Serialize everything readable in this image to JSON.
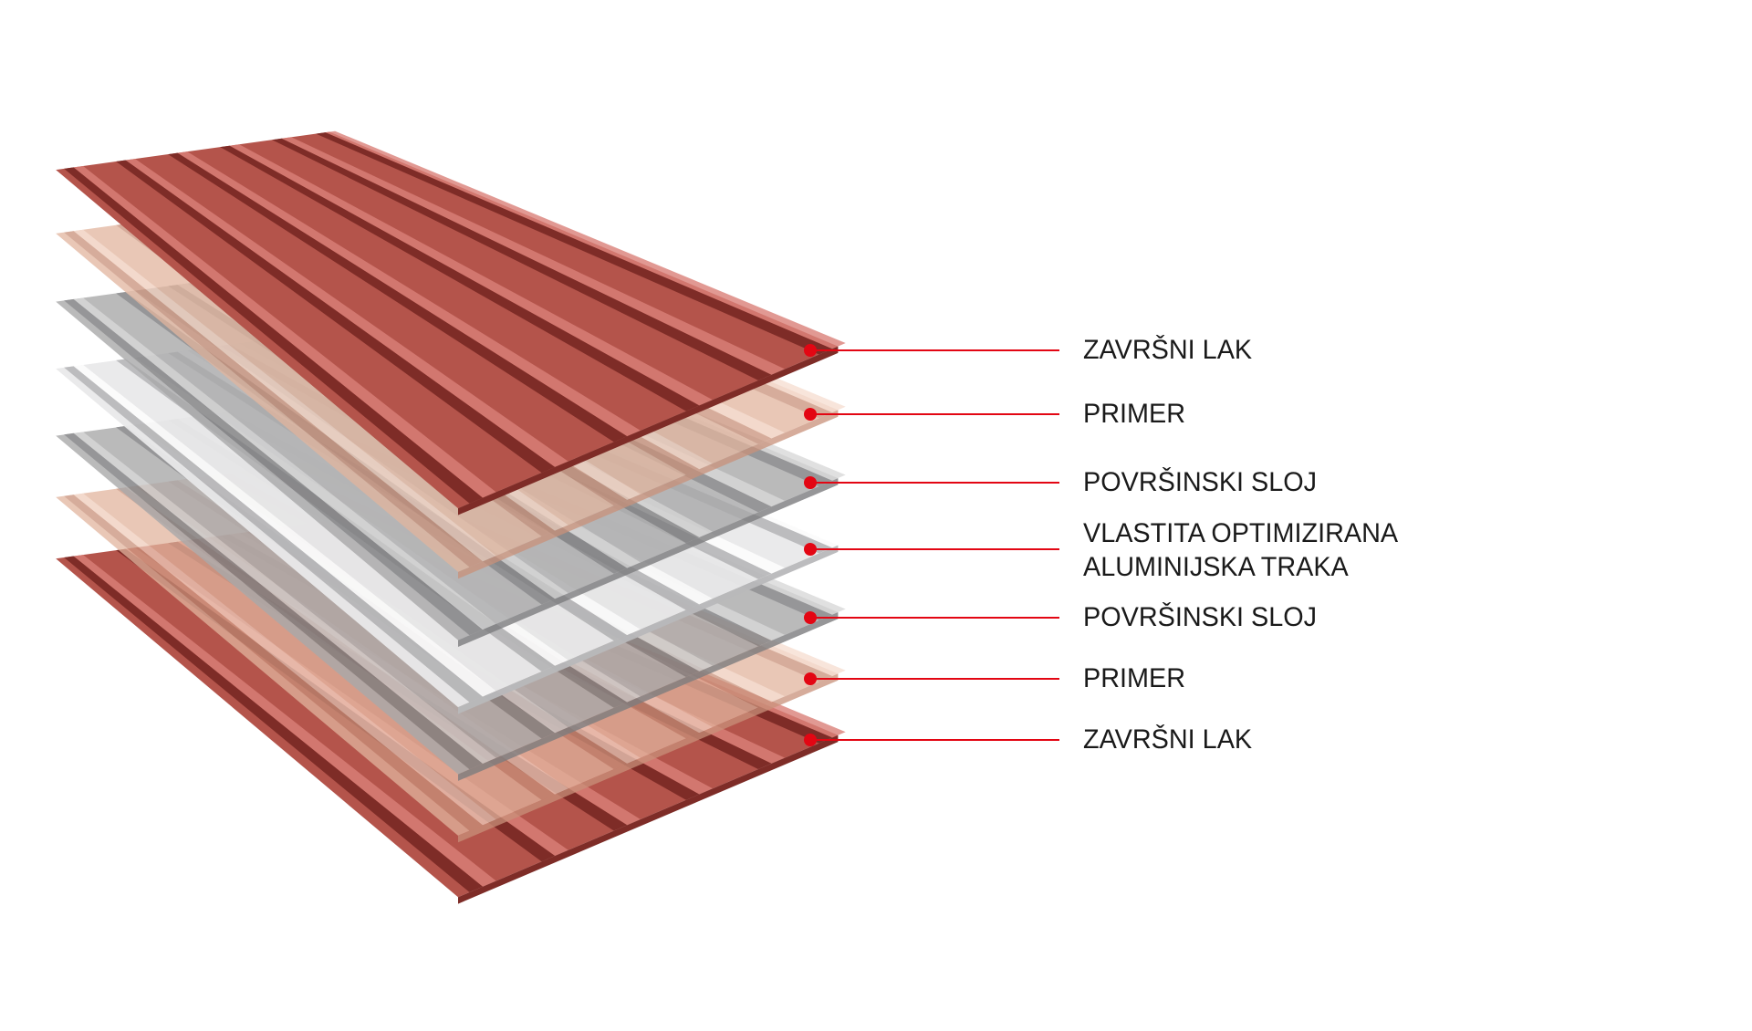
{
  "layers": [
    {
      "label": "ZAVRŠNI LAK",
      "color": "#b4544b",
      "rib": "#7e2c27",
      "hi": "#d98078",
      "opacity": 1
    },
    {
      "label": "PRIMER",
      "color": "#e2b59e",
      "rib": "#c9917a",
      "hi": "#f2d3c3",
      "opacity": 0.75
    },
    {
      "label": "POVRŠINSKI SLOJ",
      "color": "#a9a9aa",
      "rib": "#7d7d7f",
      "hi": "#cfcfd0",
      "opacity": 0.8
    },
    {
      "label": "VLASTITA OPTIMIZIRANA",
      "label2": "ALUMINIJSKA TRAKA",
      "color": "#e9e9ea",
      "rib": "#b9b9bb",
      "hi": "#ffffff",
      "opacity": 0.95
    },
    {
      "label": "POVRŠINSKI SLOJ",
      "color": "#a9a9aa",
      "rib": "#7d7d7f",
      "hi": "#cfcfd0",
      "opacity": 0.8
    },
    {
      "label": "PRIMER",
      "color": "#e2b59e",
      "rib": "#c9917a",
      "hi": "#f2d3c3",
      "opacity": 0.75
    },
    {
      "label": "ZAVRŠNI LAK",
      "color": "#b4544b",
      "rib": "#7e2c27",
      "hi": "#d98078",
      "opacity": 1
    }
  ],
  "accent": "#e30613"
}
